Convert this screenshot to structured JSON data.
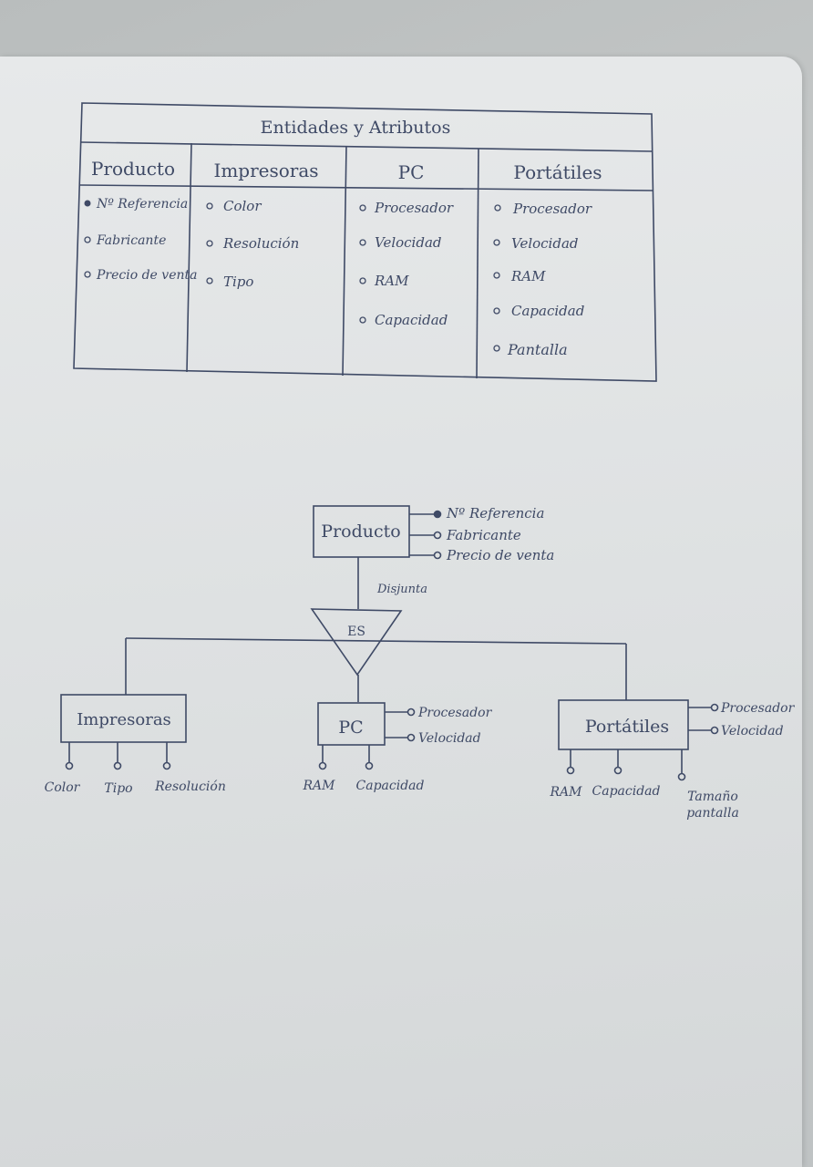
{
  "table": {
    "title": "Entidades y Atributos",
    "columns": [
      {
        "header": "Producto",
        "items": [
          {
            "text": "Nº Referencia",
            "key": true
          },
          {
            "text": "Fabricante",
            "key": false
          },
          {
            "text": "Precio de venta",
            "key": false
          }
        ]
      },
      {
        "header": "Impresoras",
        "items": [
          {
            "text": "Color",
            "key": false
          },
          {
            "text": "Resolución",
            "key": false
          },
          {
            "text": "Tipo",
            "key": false
          }
        ]
      },
      {
        "header": "PC",
        "items": [
          {
            "text": "Procesador",
            "key": false
          },
          {
            "text": "Velocidad",
            "key": false
          },
          {
            "text": "RAM",
            "key": false
          },
          {
            "text": "Capacidad",
            "key": false
          }
        ]
      },
      {
        "header": "Portátiles",
        "items": [
          {
            "text": "Procesador",
            "key": false
          },
          {
            "text": "Velocidad",
            "key": false
          },
          {
            "text": "RAM",
            "key": false
          },
          {
            "text": "Capacidad",
            "key": false
          },
          {
            "text": "Pantalla",
            "key": false
          }
        ]
      }
    ]
  },
  "diagram": {
    "parent": {
      "name": "Producto",
      "attributes": [
        {
          "text": "Nº Referencia",
          "key": true
        },
        {
          "text": "Fabricante",
          "key": false
        },
        {
          "text": "Precio de venta",
          "key": false
        }
      ]
    },
    "constraint_label": "Disjunta",
    "isa_label": "ES",
    "children": [
      {
        "name": "Impresoras",
        "side_attributes": [],
        "bottom_attributes": [
          "Color",
          "Tipo",
          "Resolución"
        ]
      },
      {
        "name": "PC",
        "side_attributes": [
          "Procesador",
          "Velocidad"
        ],
        "bottom_attributes": [
          "RAM",
          "Capacidad"
        ]
      },
      {
        "name": "Portátiles",
        "side_attributes": [
          "Procesador",
          "Velocidad"
        ],
        "bottom_attributes": [
          "RAM",
          "Capacidad",
          "Tamaño pantalla"
        ]
      }
    ]
  },
  "colors": {
    "ink": "#3f4a66",
    "paper": "#e2e4e5"
  }
}
